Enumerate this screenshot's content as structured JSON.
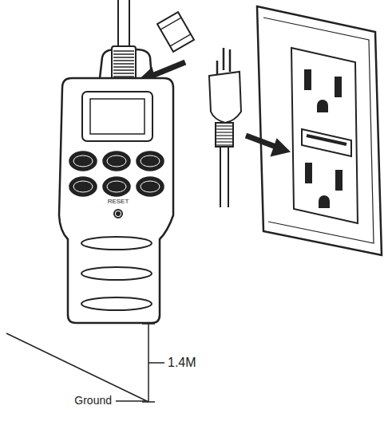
{
  "diagram": {
    "labels": [
      "RESET",
      "1.4M",
      "Ground"
    ]
  }
}
